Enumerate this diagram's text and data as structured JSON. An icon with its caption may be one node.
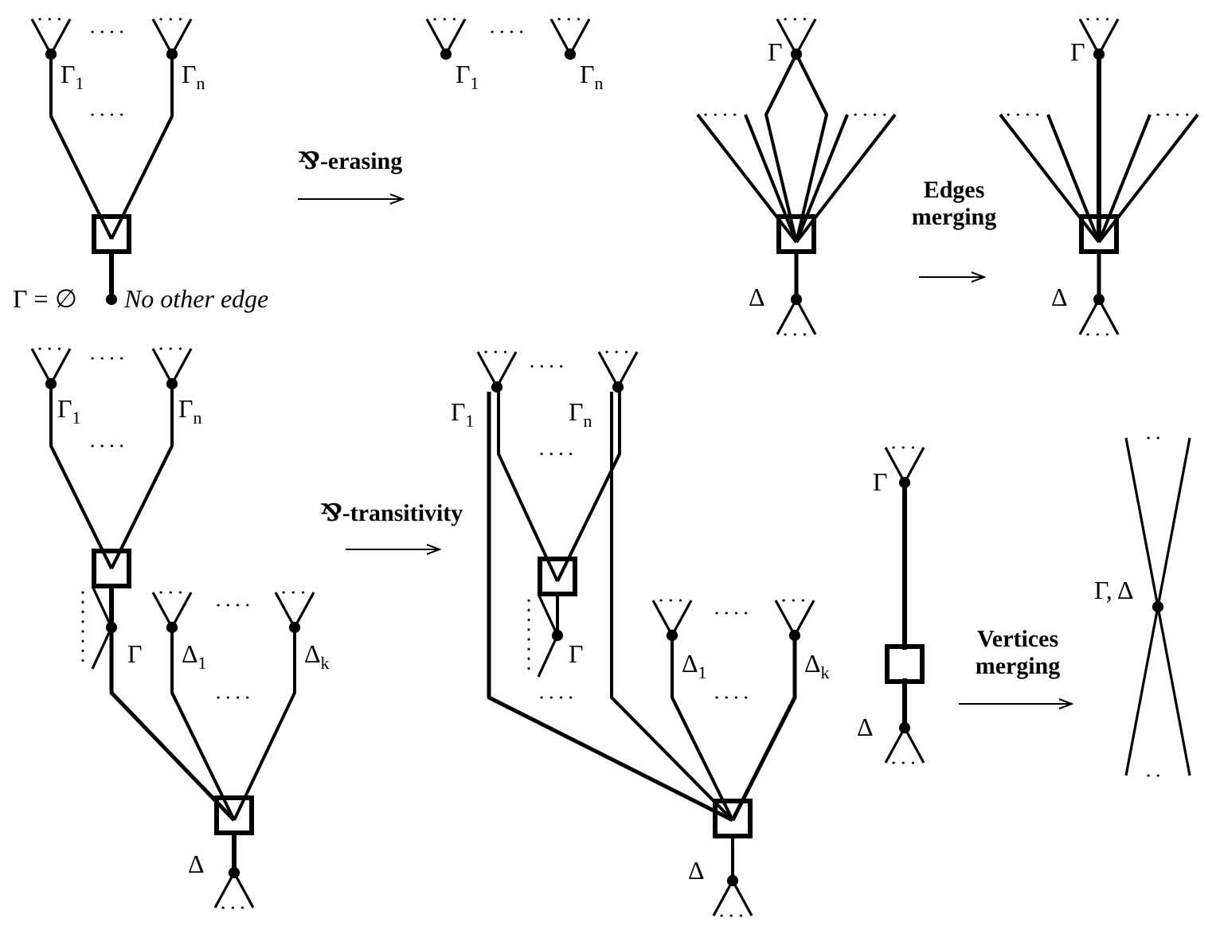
{
  "diagram": {
    "nodes": [
      {
        "text": [
          "Γ$_{1}$",
          "Γ$_{n}$",
          "Γ = ∅",
          "No other edge"
        ]
      },
      {
        "text": [
          "Γ$_{1}$",
          "Γ$_{n}$"
        ]
      },
      {
        "text": [
          "Γ",
          "Δ"
        ]
      },
      {
        "text": [
          "Γ",
          "Δ"
        ]
      },
      {
        "text": [
          "Γ$_{1}$",
          "Γ$_{n}$",
          "Γ",
          "Δ$_{1}$",
          "Δ$_{k}$",
          "Δ"
        ]
      },
      {
        "text": [
          "Γ$_{1}$",
          "Γ$_{n}$",
          "Γ",
          "Δ$_{1}$",
          "Δ$_{k}$",
          "Δ"
        ]
      },
      {
        "text": [
          "Γ",
          "Δ"
        ]
      },
      {
        "text": [
          "Γ, Δ"
        ]
      }
    ],
    "edges": [
      {
        "from": 0,
        "to": 1,
        "arrow": "to",
        "label": "⅋-erasing"
      },
      {
        "from": 2,
        "to": 3,
        "arrow": "to",
        "label": "Edges merging"
      },
      {
        "from": 4,
        "to": 5,
        "arrow": "to",
        "label": "⅋-transitivity"
      },
      {
        "from": 6,
        "to": 7,
        "arrow": "to",
        "label": "Vertices merging"
      }
    ]
  }
}
